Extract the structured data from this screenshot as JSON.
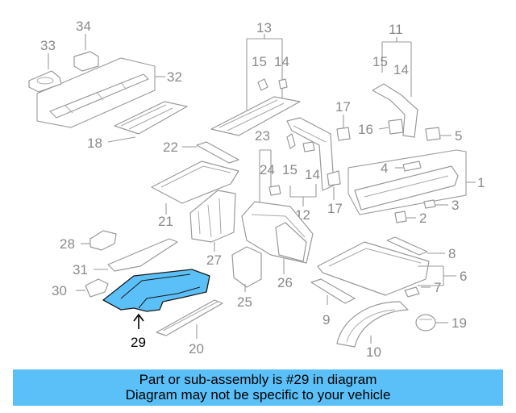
{
  "diagram": {
    "highlighted_part": "29",
    "highlight_color": "#5bc0f8",
    "callouts": [
      "1",
      "2",
      "3",
      "4",
      "5",
      "6",
      "7",
      "8",
      "9",
      "10",
      "11",
      "12",
      "13",
      "14",
      "14",
      "14",
      "14",
      "14",
      "15",
      "15",
      "15",
      "15",
      "16",
      "17",
      "17",
      "18",
      "19",
      "20",
      "21",
      "22",
      "23",
      "24",
      "25",
      "26",
      "27",
      "28",
      "29",
      "30",
      "31",
      "32",
      "33",
      "34"
    ]
  },
  "banner": {
    "line1": "Part or sub-assembly is #29 in diagram",
    "line2": "Diagram may not be specific to your vehicle",
    "background": "#5bc0f8"
  }
}
